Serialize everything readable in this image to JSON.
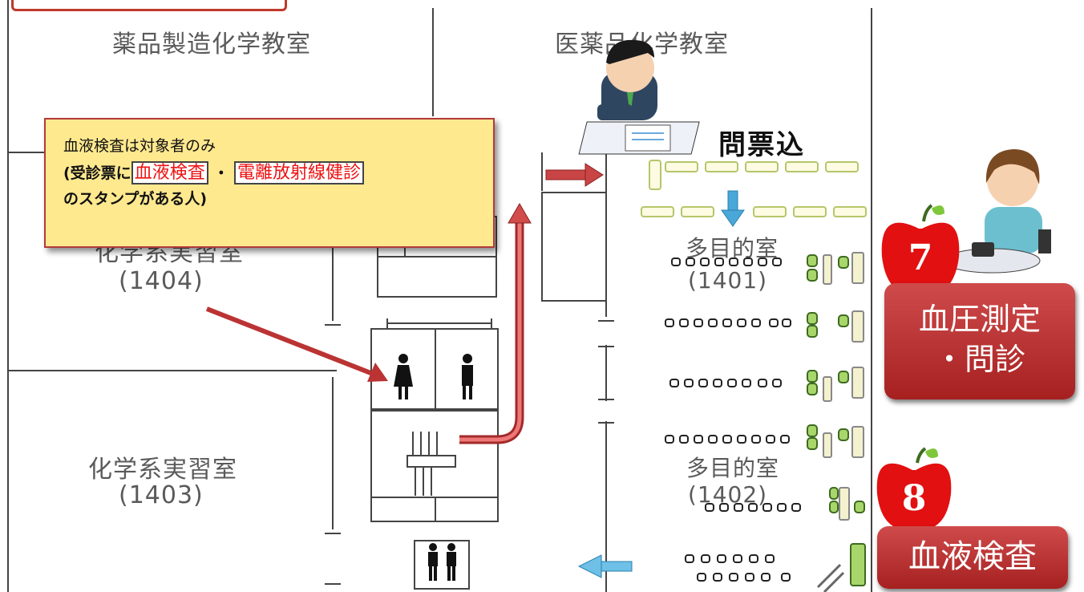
{
  "rooms": {
    "top_left": "薬品製造化学教室",
    "top_right": "医薬品化学教室",
    "room_1404_name": "化学系実習室",
    "room_1404_num": "(1404)",
    "room_1403_name": "化学系実習室",
    "room_1403_num": "(1403)",
    "room_1401_name": "多目的室",
    "room_1401_num": "(1401)",
    "room_1402_name": "多目的室",
    "room_1402_num": "(1402)"
  },
  "callout": {
    "line1": "血液検査は対象者のみ",
    "line2_prefix": "(受診票に",
    "stamp1": "血液検査",
    "separator": "・",
    "stamp2": "電離放射線健診",
    "line3": "のスタンプがある人)"
  },
  "reception_label": "問票込",
  "stations": [
    {
      "number": "7",
      "line1": "血圧測定",
      "line2": "・問診"
    },
    {
      "number": "8",
      "line1": "血液検査"
    }
  ],
  "colors": {
    "accent_red": "#b23a3a",
    "callout_bg": "#ffe98f",
    "station_red": "#b82c2c",
    "seat_green": "#a8d66b",
    "seat_cream": "#f4f1cf",
    "arrow_blue": "#4aa8d8"
  }
}
